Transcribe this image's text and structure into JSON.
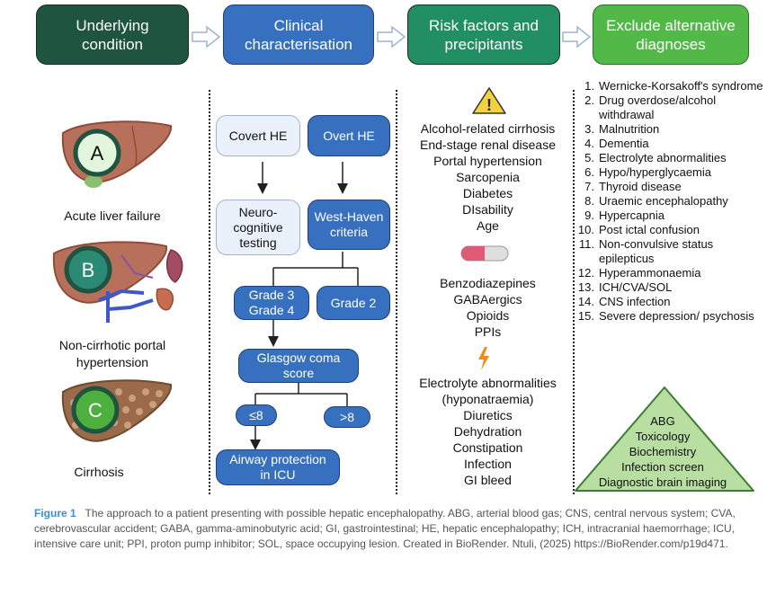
{
  "headers": [
    {
      "label": "Underlying\ncondition",
      "color": "#1e5440"
    },
    {
      "label": "Clinical\ncharacterisation",
      "color": "#3670bf"
    },
    {
      "label": "Risk factors and\nprecipitants",
      "color": "#218f63"
    },
    {
      "label": "Exclude alternative\ndiagnoses",
      "color": "#52b848"
    }
  ],
  "conditions": [
    {
      "letter": "A",
      "label": "Acute liver failure"
    },
    {
      "letter": "B",
      "label": "Non-cirrhotic portal\nhypertension"
    },
    {
      "letter": "C",
      "label": "Cirrhosis"
    }
  ],
  "clinical": {
    "covert": "Covert HE",
    "overt": "Overt HE",
    "neuro": "Neuro-\ncognitive\ntesting",
    "west_haven": "West-Haven\ncriteria",
    "grade34": "Grade 3\nGrade 4",
    "grade2": "Grade 2",
    "gcs": "Glasgow coma\nscore",
    "le8": "≤8",
    "gt8": ">8",
    "airway": "Airway protection\nin ICU"
  },
  "risk_factors": [
    "Alcohol-related cirrhosis",
    "End-stage renal disease",
    "Portal hypertension",
    "Sarcopenia",
    "Diabetes",
    "DIsability",
    "Age"
  ],
  "drugs": [
    "Benzodiazepines",
    "GABAergics",
    "Opioids",
    "PPIs"
  ],
  "precipitants": [
    "Electrolyte abnormalities",
    "(hyponatraemia)",
    "Diuretics",
    "Dehydration",
    "Constipation",
    "Infection",
    "GI bleed"
  ],
  "icons": {
    "warning": "warning-icon",
    "pill": "pill-icon",
    "lightning": "lightning-icon"
  },
  "differentials": [
    {
      "n": "1.",
      "text": "Wernicke-Korsakoff's syndrome"
    },
    {
      "n": "2.",
      "text": "Drug overdose/alcohol withdrawal"
    },
    {
      "n": "3.",
      "text": "Malnutrition"
    },
    {
      "n": "4.",
      "text": "Dementia"
    },
    {
      "n": "5.",
      "text": "Electrolyte abnormalities"
    },
    {
      "n": "6.",
      "text": "Hypo/hyperglycaemia"
    },
    {
      "n": "7.",
      "text": "Thyroid disease"
    },
    {
      "n": "8.",
      "text": "Uraemic encephalopathy"
    },
    {
      "n": "9.",
      "text": "Hypercapnia"
    },
    {
      "n": "10.",
      "text": "Post ictal confusion"
    },
    {
      "n": "11.",
      "text": "Non-convulsive status epilepticus"
    },
    {
      "n": "12.",
      "text": "Hyperammonaemia"
    },
    {
      "n": "13.",
      "text": "ICH/CVA/SOL"
    },
    {
      "n": "14.",
      "text": "CNS infection"
    },
    {
      "n": "15.",
      "text": "Severe depression/ psychosis"
    }
  ],
  "investigations": [
    "ABG",
    "Toxicology",
    "Biochemistry",
    "Infection screen",
    "Diagnostic brain imaging"
  ],
  "caption": {
    "figure": "Figure 1",
    "text": "The approach to a patient presenting with possible hepatic encephalopathy. ABG, arterial blood gas; CNS, central nervous system; CVA, cerebrovascular accident; GABA, gamma-aminobutyric acid; GI, gastrointestinal; HE, hepatic encephalopathy; ICH, intracranial haemorrhage; ICU, intensive care unit; PPI, proton pump inhibitor; SOL, space occupying lesion. Created in BioRender. Ntuli, (2025) https://BioRender.com/p19d471."
  },
  "colors": {
    "tri_fill": "#b9dea2",
    "tri_stroke": "#3a7d33",
    "liver": "#b8705a",
    "liver_dark": "#8f4c3b",
    "gall": "#8bbf6f"
  }
}
